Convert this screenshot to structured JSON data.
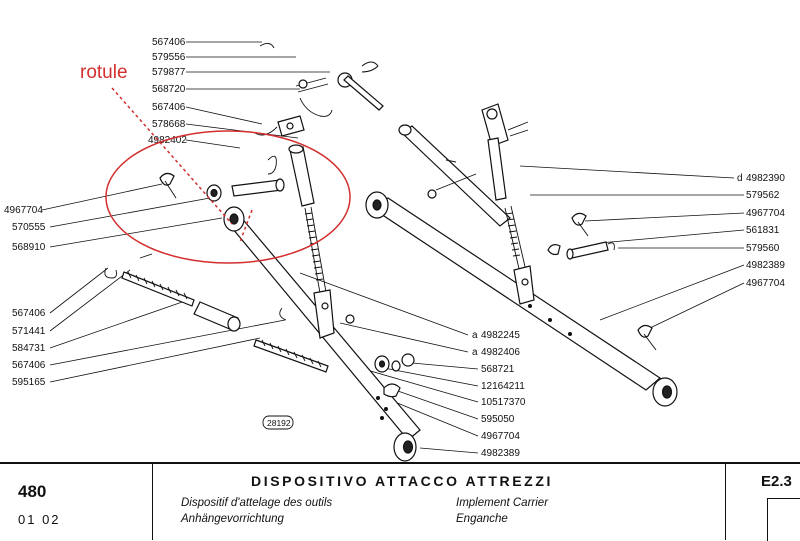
{
  "annotation": {
    "label": "rotule",
    "color": "#d32f2f"
  },
  "parts_left": [
    "567406",
    "579556",
    "579877",
    "568720",
    "567406",
    "578668",
    "4982402",
    "4967704",
    "570555",
    "568910",
    "567406",
    "571441",
    "584731",
    "567406",
    "595165"
  ],
  "parts_right": [
    "4982390",
    "579562",
    "4967704",
    "561831",
    "579560",
    "4982389",
    "4967704"
  ],
  "parts_center": [
    "4982245",
    "4982406",
    "568721",
    "12164211",
    "10517370",
    "595050",
    "4967704",
    "4982389"
  ],
  "figure_ref": "28192",
  "title_block": {
    "model": "480",
    "date": "01 02",
    "title_it": "DISPOSITIVO ATTACCO ATTREZZI",
    "title_fr": "Dispositif d'attelage des outils",
    "title_de": "Anhängevorrichtung",
    "title_en": "Implement Carrier",
    "title_es": "Enganche",
    "page_code": "E2.3"
  }
}
